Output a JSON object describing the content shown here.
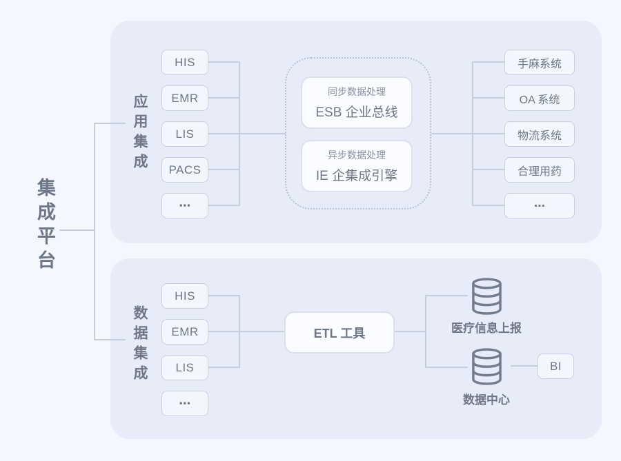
{
  "platform": {
    "label": "集成平台"
  },
  "colors": {
    "page_bg": "#f4f7fd",
    "panel_bg": "#e7ecf8",
    "node_bg": "#f3f6fc",
    "node_border": "#c8cfe0",
    "hub_border_dotted": "#b9c2d6",
    "card_bg": "#fbfcff",
    "card_border": "#dae0ed",
    "edge": "#c6cddc",
    "text": "#6e7787",
    "subtext": "#8790a3"
  },
  "top_panel": {
    "label": "应用集成",
    "sources": [
      "HIS",
      "EMR",
      "LIS",
      "PACS",
      "⋯"
    ],
    "hub": [
      {
        "subtitle": "同步数据处理",
        "title": "ESB 企业总线"
      },
      {
        "subtitle": "异步数据处理",
        "title": "IE 企集成引擎"
      }
    ],
    "targets": [
      "手麻系统",
      "OA 系统",
      "物流系统",
      "合理用药",
      "⋯"
    ]
  },
  "bottom_panel": {
    "label": "数据集成",
    "sources": [
      "HIS",
      "EMR",
      "LIS",
      "⋯"
    ],
    "etl": {
      "label": "ETL 工具"
    },
    "outputs": [
      {
        "icon": "database-icon",
        "label": "医疗信息上报"
      },
      {
        "icon": "database-icon",
        "label": "数据中心"
      }
    ],
    "bi": {
      "label": "BI"
    }
  }
}
